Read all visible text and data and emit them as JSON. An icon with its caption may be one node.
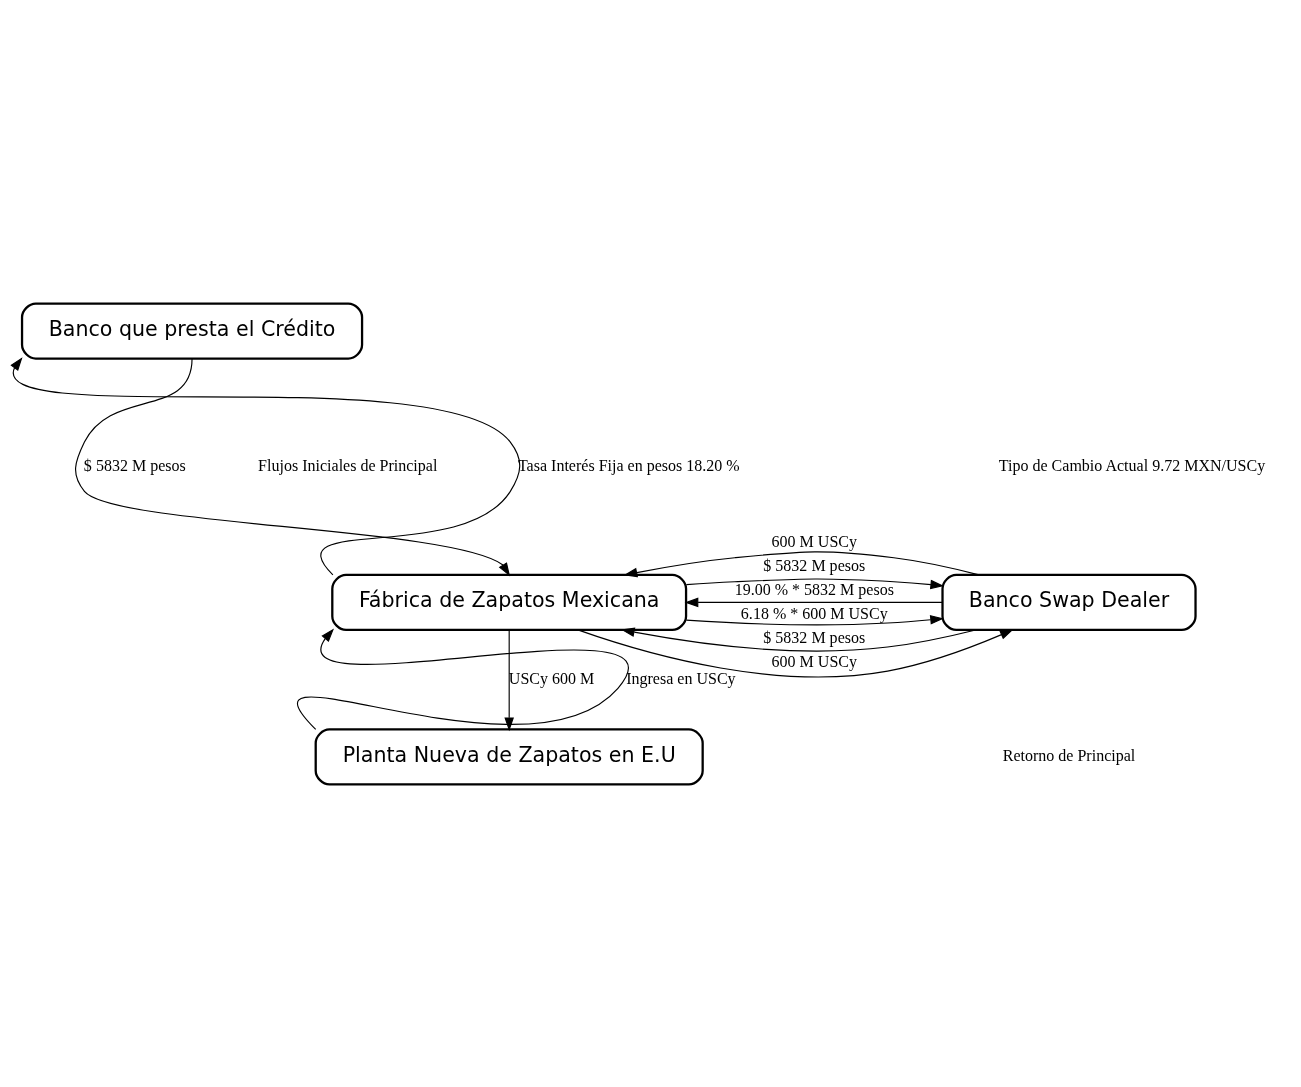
{
  "diagram": {
    "nodes": [
      {
        "text": [
          "Banco que presta el Crédito"
        ]
      },
      {
        "text": [
          "Fábrica de Zapatos Mexicana"
        ]
      },
      {
        "text": [
          "Banco Swap Dealer"
        ]
      },
      {
        "text": [
          "Planta Nueva de Zapatos en E.U"
        ]
      }
    ],
    "edges": [
      {
        "from": 1,
        "to": 0,
        "arrow": "to",
        "label": "Tasa Interés Fija en pesos 18.20 %"
      },
      {
        "from": 0,
        "to": 1,
        "arrow": "to",
        "label": "$ 5832 M pesos"
      },
      {
        "from": 1,
        "to": 2,
        "arrow": "to",
        "label": "$ 5832 M pesos"
      },
      {
        "from": 2,
        "to": 1,
        "arrow": "to",
        "label": "600 M USCy"
      },
      {
        "from": 1,
        "to": 2,
        "arrow": "to",
        "label": "6.18 % * 600 M USCy"
      },
      {
        "from": 2,
        "to": 1,
        "arrow": "to",
        "label": "19.00 % * 5832 M pesos"
      },
      {
        "from": 2,
        "to": 1,
        "arrow": "to",
        "label": "$ 5832 M pesos"
      },
      {
        "from": 1,
        "to": 2,
        "arrow": "to",
        "label": "600 M USCy"
      },
      {
        "from": 3,
        "to": 1,
        "arrow": "to",
        "label": "Ingresa en USCy"
      },
      {
        "from": 1,
        "to": 3,
        "arrow": "to",
        "label": "USCy 600 M"
      }
    ],
    "labels": [
      "Tipo de Cambio Actual 9.72 MXN/USCy",
      "Flujos Iniciales de Principal",
      "Retorno de Principal"
    ]
  }
}
